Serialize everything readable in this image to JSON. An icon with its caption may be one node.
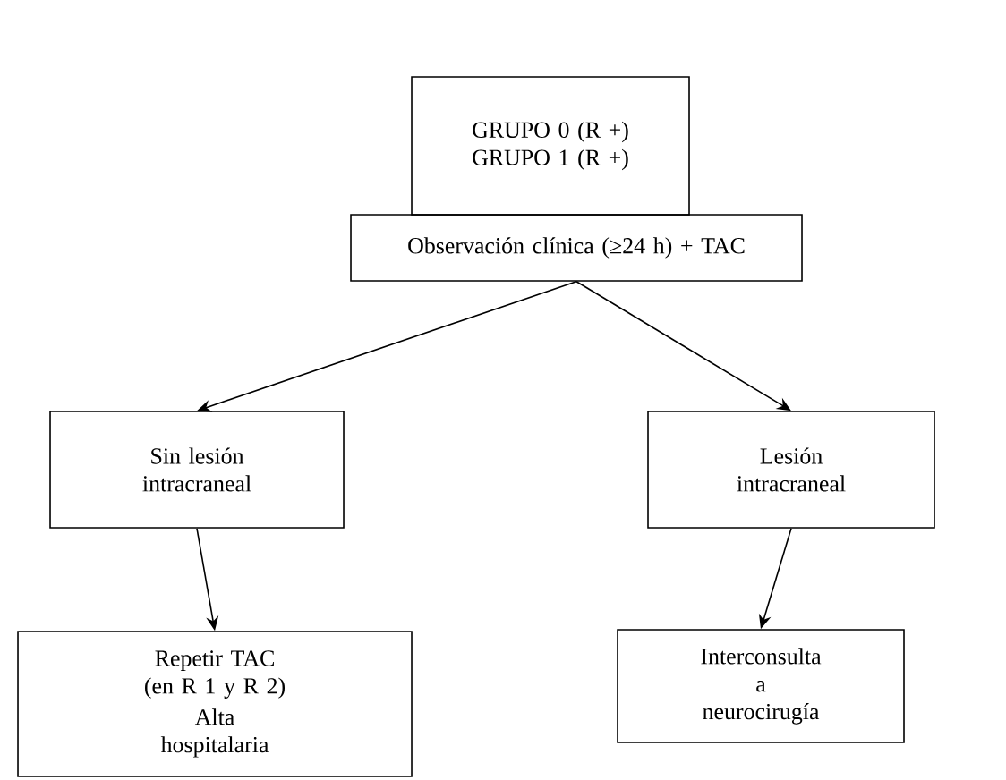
{
  "diagram": {
    "nodes": [
      {
        "text": [
          "GRUPO 0 (R +) GRUPO 1 (R +)"
        ]
      },
      {
        "text": [
          "Observación clínica (≥24 h)  + TAC"
        ]
      },
      {
        "text": [
          "Sin lesión intracraneal"
        ]
      },
      {
        "text": [
          "Lesión intracraneal"
        ]
      },
      {
        "text": [
          "Repetir TAC (en R 1 y R 2)",
          "Alta hospitalaria"
        ]
      },
      {
        "text": [
          "Interconsulta a neurocirugía"
        ]
      }
    ],
    "edges": [
      {
        "from": 1,
        "to": 2,
        "arrow": "to"
      },
      {
        "from": 1,
        "to": 3,
        "arrow": "to"
      },
      {
        "from": 2,
        "to": 4,
        "arrow": "to"
      },
      {
        "from": 3,
        "to": 5,
        "arrow": "to"
      }
    ]
  }
}
